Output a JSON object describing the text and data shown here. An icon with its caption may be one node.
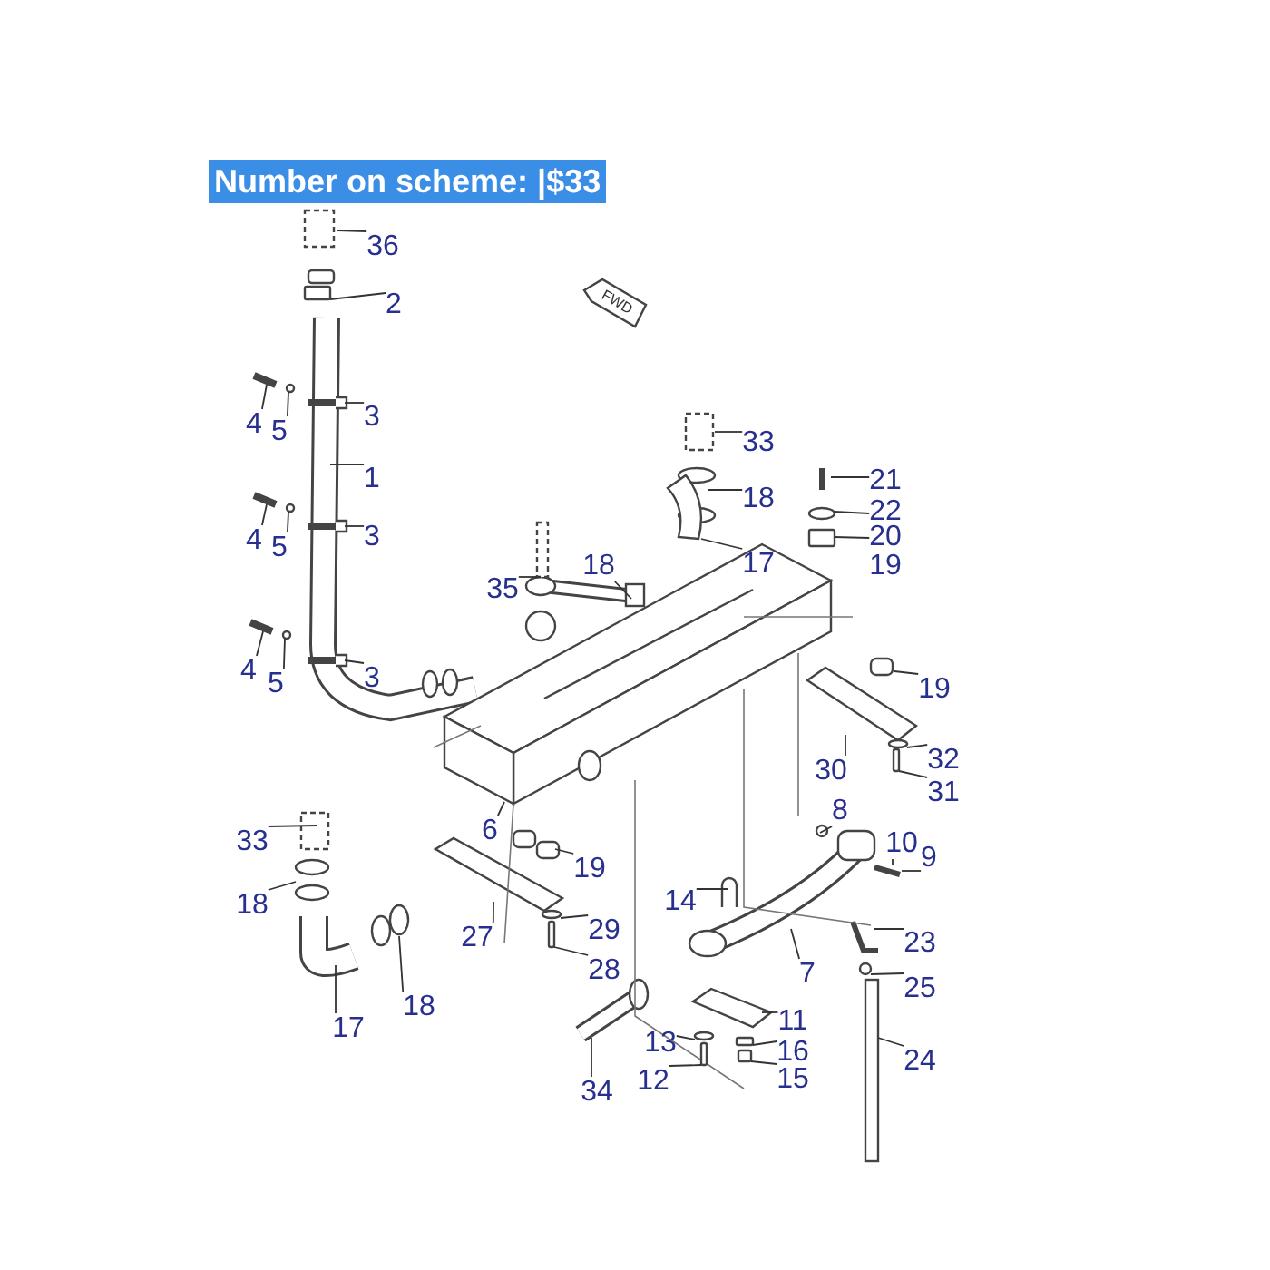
{
  "diagram": {
    "title": "Number on scheme: |$33",
    "nodes": [
      {
        "text": [
          "36"
        ]
      },
      {
        "text": [
          "2"
        ]
      },
      {
        "text": [
          "33"
        ]
      },
      {
        "text": [
          "4"
        ]
      },
      {
        "text": [
          "5"
        ]
      },
      {
        "text": [
          "3"
        ]
      },
      {
        "text": [
          "21"
        ]
      },
      {
        "text": [
          "1"
        ]
      },
      {
        "text": [
          "18"
        ]
      },
      {
        "text": [
          "22"
        ]
      },
      {
        "text": [
          "20"
        ]
      },
      {
        "text": [
          "4"
        ]
      },
      {
        "text": [
          "5"
        ]
      },
      {
        "text": [
          "3"
        ]
      },
      {
        "text": [
          "17"
        ]
      },
      {
        "text": [
          "19"
        ]
      },
      {
        "text": [
          "18"
        ]
      },
      {
        "text": [
          "35"
        ]
      },
      {
        "text": [
          "4"
        ]
      },
      {
        "text": [
          "5"
        ]
      },
      {
        "text": [
          "3"
        ]
      },
      {
        "text": [
          "19"
        ]
      },
      {
        "text": [
          "30"
        ]
      },
      {
        "text": [
          "32"
        ]
      },
      {
        "text": [
          "31"
        ]
      },
      {
        "text": [
          "8"
        ]
      },
      {
        "text": [
          "6"
        ]
      },
      {
        "text": [
          "10"
        ]
      },
      {
        "text": [
          "9"
        ]
      },
      {
        "text": [
          "33"
        ]
      },
      {
        "text": [
          "19"
        ]
      },
      {
        "text": [
          "14"
        ]
      },
      {
        "text": [
          "18"
        ]
      },
      {
        "text": [
          "27"
        ]
      },
      {
        "text": [
          "29"
        ]
      },
      {
        "text": [
          "23"
        ]
      },
      {
        "text": [
          "28"
        ]
      },
      {
        "text": [
          "7"
        ]
      },
      {
        "text": [
          "25"
        ]
      },
      {
        "text": [
          "18"
        ]
      },
      {
        "text": [
          "11"
        ]
      },
      {
        "text": [
          "17"
        ]
      },
      {
        "text": [
          "13"
        ]
      },
      {
        "text": [
          "16"
        ]
      },
      {
        "text": [
          "24"
        ]
      },
      {
        "text": [
          "15"
        ]
      },
      {
        "text": [
          "12"
        ]
      },
      {
        "text": [
          "34"
        ]
      },
      {
        "text": [],
        "shape": "box"
      },
      {
        "text": [],
        "shape": "box"
      },
      {
        "text": [],
        "shape": "picture"
      },
      {
        "text": [],
        "shape": "box"
      },
      {
        "text": [],
        "shape": "box"
      },
      {
        "text": [],
        "shape": "circle"
      },
      {
        "text": [],
        "shape": "box"
      },
      {
        "text": [],
        "shape": "box"
      },
      {
        "text": [],
        "shape": "circle"
      },
      {
        "text": [],
        "shape": "circle"
      },
      {
        "text": [],
        "shape": "circle"
      },
      {
        "text": [],
        "shape": "circle"
      },
      {
        "text": [],
        "shape": "box"
      }
    ],
    "edges": [
      {
        "from": 0,
        "to": null,
        "arrow": "none"
      },
      {
        "from": 1,
        "to": 48,
        "arrow": "none"
      },
      {
        "from": 2,
        "to": null,
        "arrow": "none"
      },
      {
        "from": 3,
        "to": null,
        "arrow": "none"
      },
      {
        "from": 4,
        "to": null,
        "arrow": "none"
      },
      {
        "from": 5,
        "to": null,
        "arrow": "none"
      },
      {
        "from": 6,
        "to": null,
        "arrow": "none"
      },
      {
        "from": 7,
        "to": null,
        "arrow": "none"
      },
      {
        "from": 8,
        "to": null,
        "arrow": "none"
      },
      {
        "from": 9,
        "to": 56,
        "arrow": "none"
      },
      {
        "from": 10,
        "to": 49,
        "arrow": "none"
      },
      {
        "from": 11,
        "to": null,
        "arrow": "none"
      },
      {
        "from": 12,
        "to": null,
        "arrow": "none"
      },
      {
        "from": 13,
        "to": null,
        "arrow": "none"
      },
      {
        "from": 14,
        "to": 50,
        "arrow": "none"
      },
      {
        "from": 16,
        "to": null,
        "arrow": "none"
      },
      {
        "from": 17,
        "to": null,
        "arrow": "none"
      },
      {
        "from": 18,
        "to": null,
        "arrow": "none"
      },
      {
        "from": 19,
        "to": null,
        "arrow": "none"
      },
      {
        "from": 20,
        "to": null,
        "arrow": "none"
      },
      {
        "from": 21,
        "to": null,
        "arrow": "none"
      },
      {
        "from": 22,
        "to": null,
        "arrow": "none"
      },
      {
        "from": 23,
        "to": 57,
        "arrow": "none"
      },
      {
        "from": 24,
        "to": 51,
        "arrow": "none"
      },
      {
        "from": 25,
        "to": null,
        "arrow": "none"
      },
      {
        "from": 26,
        "to": null,
        "arrow": "none"
      },
      {
        "from": 27,
        "to": null,
        "arrow": "none"
      },
      {
        "from": 28,
        "to": null,
        "arrow": "none"
      },
      {
        "from": 29,
        "to": null,
        "arrow": "none"
      },
      {
        "from": 30,
        "to": null,
        "arrow": "none"
      },
      {
        "from": 31,
        "to": null,
        "arrow": "none"
      },
      {
        "from": 32,
        "to": null,
        "arrow": "none"
      },
      {
        "from": 33,
        "to": null,
        "arrow": "none"
      },
      {
        "from": 34,
        "to": 58,
        "arrow": "none"
      },
      {
        "from": 35,
        "to": null,
        "arrow": "none"
      },
      {
        "from": 36,
        "to": 52,
        "arrow": "none"
      },
      {
        "from": 37,
        "to": null,
        "arrow": "none"
      },
      {
        "from": 38,
        "to": 53,
        "arrow": "none"
      },
      {
        "from": 39,
        "to": null,
        "arrow": "none"
      },
      {
        "from": 40,
        "to": null,
        "arrow": "none"
      },
      {
        "from": 41,
        "to": null,
        "arrow": "none"
      },
      {
        "from": 42,
        "to": 59,
        "arrow": "none"
      },
      {
        "from": 43,
        "to": 54,
        "arrow": "none"
      },
      {
        "from": 44,
        "to": null,
        "arrow": "none"
      },
      {
        "from": 45,
        "to": 60,
        "arrow": "none"
      },
      {
        "from": 46,
        "to": 55,
        "arrow": "none"
      },
      {
        "from": 47,
        "to": null,
        "arrow": "none"
      }
    ],
    "labels": [
      "FWD"
    ]
  }
}
